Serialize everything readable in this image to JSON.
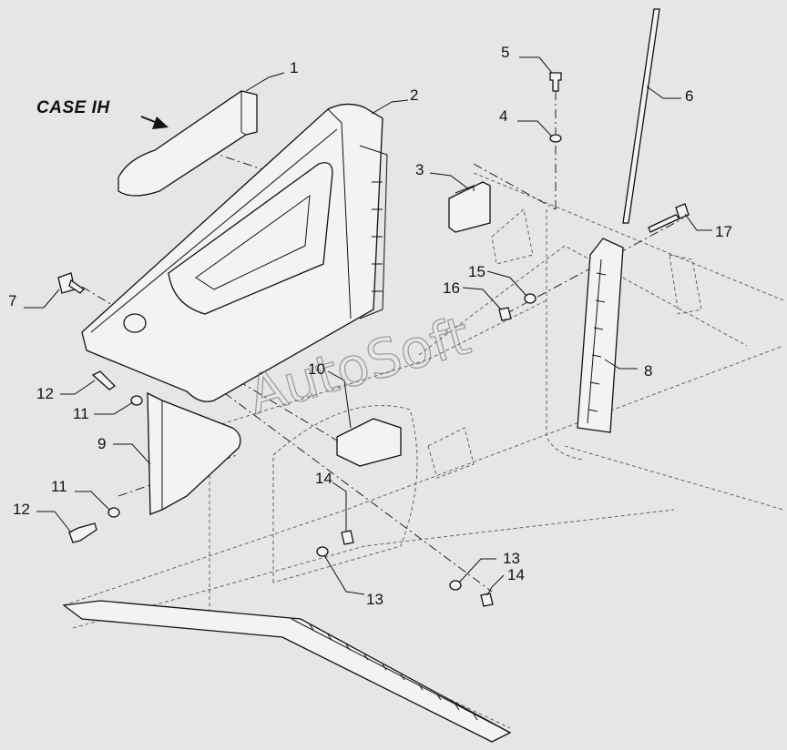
{
  "brand": {
    "logo_text": "CASE IH",
    "watermark": "AutoSoft"
  },
  "callouts": [
    {
      "id": "c1",
      "label": "1"
    },
    {
      "id": "c2",
      "label": "2"
    },
    {
      "id": "c3",
      "label": "3"
    },
    {
      "id": "c4",
      "label": "4"
    },
    {
      "id": "c5",
      "label": "5"
    },
    {
      "id": "c6",
      "label": "6"
    },
    {
      "id": "c7",
      "label": "7"
    },
    {
      "id": "c8",
      "label": "8"
    },
    {
      "id": "c9",
      "label": "9"
    },
    {
      "id": "c10",
      "label": "10"
    },
    {
      "id": "c11a",
      "label": "11"
    },
    {
      "id": "c11b",
      "label": "11"
    },
    {
      "id": "c12a",
      "label": "12"
    },
    {
      "id": "c12b",
      "label": "12"
    },
    {
      "id": "c13a",
      "label": "13"
    },
    {
      "id": "c13b",
      "label": "13"
    },
    {
      "id": "c14a",
      "label": "14"
    },
    {
      "id": "c14b",
      "label": "14"
    },
    {
      "id": "c15",
      "label": "15"
    },
    {
      "id": "c16",
      "label": "16"
    },
    {
      "id": "c17",
      "label": "17"
    }
  ],
  "colors": {
    "background": "#e6e6e6",
    "line": "#111111",
    "part_fill": "#f3f3f3"
  }
}
